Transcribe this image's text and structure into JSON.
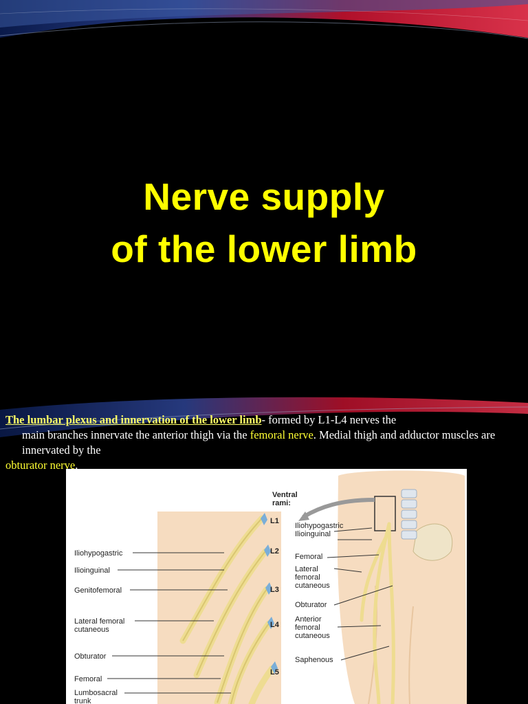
{
  "slide1": {
    "title_line1": "Nerve supply",
    "title_line2": "of the lower limb"
  },
  "slide2": {
    "intro": {
      "heading": "The lumbar plexus and innervation of the lower limb",
      "text1": "- formed by L1-L4 nerves the",
      "text2": "main branches innervate the anterior thigh via the ",
      "nerve1": "femoral nerve",
      "text3": ".  Medial thigh and adductor muscles are innervated by the ",
      "nerve2": "obturator nerve",
      "text4": "."
    },
    "figure": {
      "left_labels": [
        "Iliohypogastric",
        "Ilioinguinal",
        "Genitofemoral",
        "Lateral femoral\ncutaneous",
        "Obturator",
        "Femoral",
        "Lumbosacral\ntrunk"
      ],
      "roots": [
        "L1",
        "L2",
        "L3",
        "L4",
        "L5"
      ],
      "ventral_rami": "Ventral\nrami:",
      "right_labels": [
        "Iliohypogastric\nIlioinguinal",
        "Femoral",
        "Lateral\nfemoral\ncutaneous",
        "Obturator",
        "Anterior\nfemoral\ncutaneous",
        "Saphenous"
      ]
    }
  },
  "colors": {
    "title": "#ffff00",
    "nerve_text": "#ffff33",
    "nerve_fill": "#f3e7a0",
    "skin": "#f6dcc0"
  }
}
